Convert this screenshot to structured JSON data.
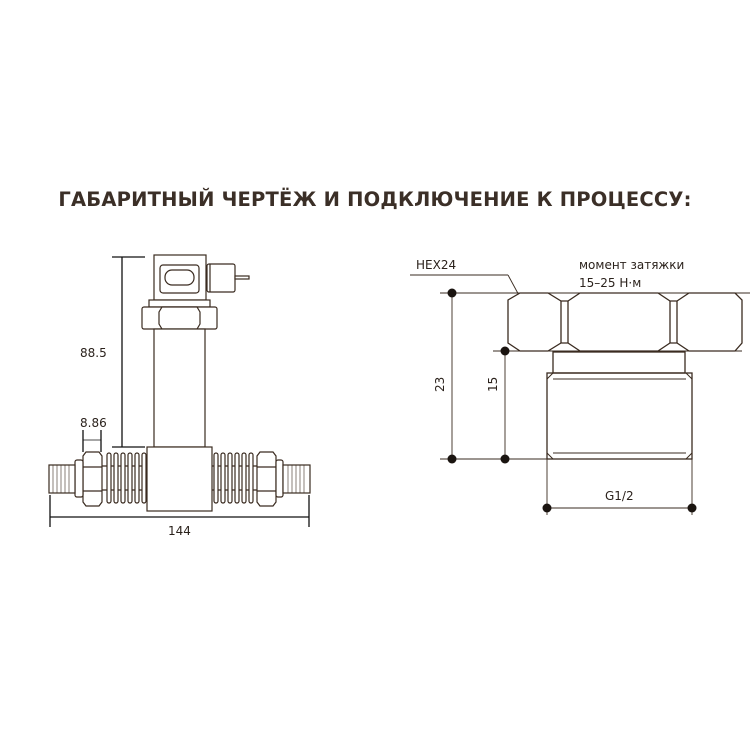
{
  "title": "ГАБАРИТНЫЙ ЧЕРТЁЖ И ПОДКЛЮЧЕНИЕ К ПРОЦЕССУ:",
  "left_drawing": {
    "dim_height": "88.5",
    "dim_nut": "8.86",
    "dim_length": "144"
  },
  "right_drawing": {
    "hex_label": "HEX24",
    "torque_label_line1": "момент затяжки",
    "torque_label_line2": "15–25 Н·м",
    "dim_total": "23",
    "dim_thread": "15",
    "thread_label": "G1/2"
  },
  "colors": {
    "line": "#3a2b20",
    "text": "#3b2f27"
  }
}
